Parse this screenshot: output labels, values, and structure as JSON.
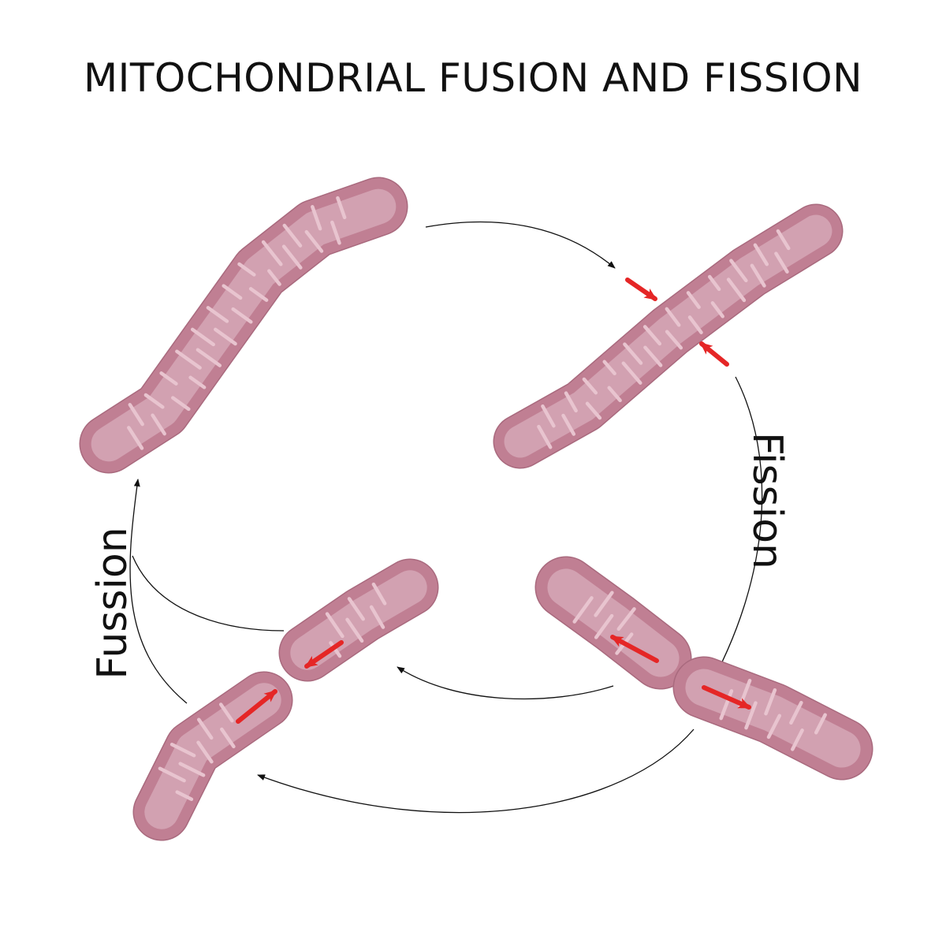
{
  "title": "MITOCHONDRIAL FUSION AND FISSION",
  "labels": {
    "fission": "Fission",
    "fusion": "Fussion"
  },
  "colors": {
    "outer": "#c07f93",
    "inner": "#d2a1b1",
    "cristae": "#e8c4cf",
    "arrow": "#e52626",
    "flow": "#111111"
  },
  "nodes": [
    {
      "id": "fused-mitochondrion",
      "state": "fused"
    },
    {
      "id": "constricting-mitochondrion",
      "state": "fission site"
    },
    {
      "id": "divided-pair-right",
      "state": "divided"
    },
    {
      "id": "divided-pair-left",
      "state": "approaching"
    }
  ],
  "edges": [
    {
      "from": "fused-mitochondrion",
      "to": "constricting-mitochondrion"
    },
    {
      "from": "constricting-mitochondrion",
      "to": "divided-pair-right",
      "label": "Fission"
    },
    {
      "from": "divided-pair-right",
      "to": "divided-pair-left"
    },
    {
      "from": "divided-pair-left",
      "to": "fused-mitochondrion",
      "label": "Fussion"
    }
  ]
}
